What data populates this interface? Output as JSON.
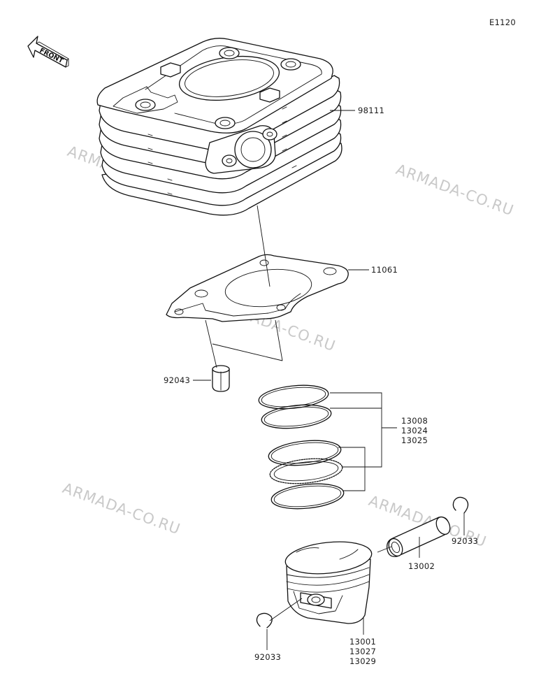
{
  "diagram_code": "E1120",
  "front_indicator": "FRONT",
  "watermark": "ARMADA-CO.RU",
  "callouts": {
    "cylinder": "98111",
    "gasket": "11061",
    "dowel_pin": "92043",
    "rings": [
      "13008",
      "13024",
      "13025"
    ],
    "piston_pin": "13002",
    "circlip_right": "92033",
    "piston": [
      "13001",
      "13027",
      "13029"
    ],
    "circlip_left": "92033"
  },
  "colors": {
    "line": "#111111",
    "watermark": "#c9c9c9",
    "background": "#ffffff"
  }
}
